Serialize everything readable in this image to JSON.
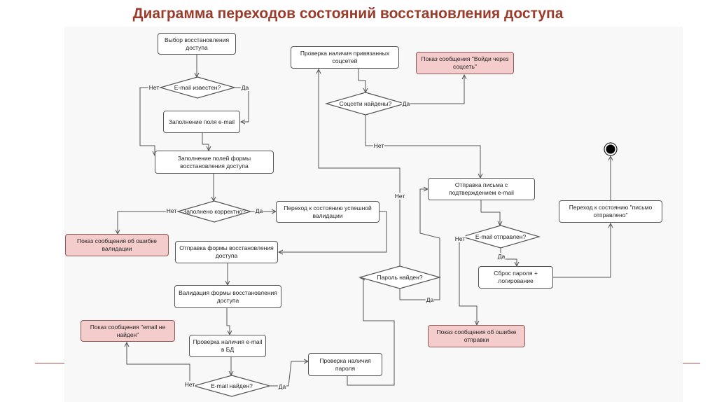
{
  "title": "Диаграмма переходов состояний восстановления доступа",
  "colors": {
    "title": "#9a3b2b",
    "error_fill": "#f4cccc",
    "box_border": "#555555",
    "panel": "#f8f8f8"
  },
  "nodes": {
    "n1": "Выбор восстановления доступа",
    "n2": "Заполнение поля e-mail",
    "n3": "Заполнение полей формы восстановления доступа",
    "n4": "Переход к состоянию успешной валидации",
    "n5": "Отправка формы восстановления доступа",
    "n6": "Валидация формы восстановления доступа",
    "n7": "Проверка наличия e-mail в БД",
    "n8": "Проверка наличия пароля",
    "n9": "Проверка наличия привязанных соцсетей",
    "n10": "Отправка письма с подтверждением e-mail",
    "n11": "Сброс пароля + логирование",
    "n12": "Переход к состоянию \"письмо отправлено\"",
    "err1": "Показ сообщения об ошибке валидации",
    "err2": "Показ сообщения \"email не найден\"",
    "err3": "Показ сообщения \"Войди через соцсеть\"",
    "err4": "Показ сообщения об ошибке отправки"
  },
  "decisions": {
    "d1": "E-mail известен?",
    "d2": "Заполнено корректно?",
    "d3": "E-mail найден?",
    "d4": "Пароль найден?",
    "d5": "Соцсети найдены?",
    "d6": "E-mail отправлен?"
  },
  "edge_labels": {
    "d1_no": "Нет",
    "d1_yes": "Да",
    "d2_no": "Нет",
    "d2_yes": "Да",
    "d3_no": "Нет",
    "d3_yes": "Да",
    "d4_no": "Нет",
    "d4_yes": "Да",
    "d5_no": "Нет",
    "d5_yes": "Да",
    "d6_no": "Нет",
    "d6_yes": "Да"
  }
}
